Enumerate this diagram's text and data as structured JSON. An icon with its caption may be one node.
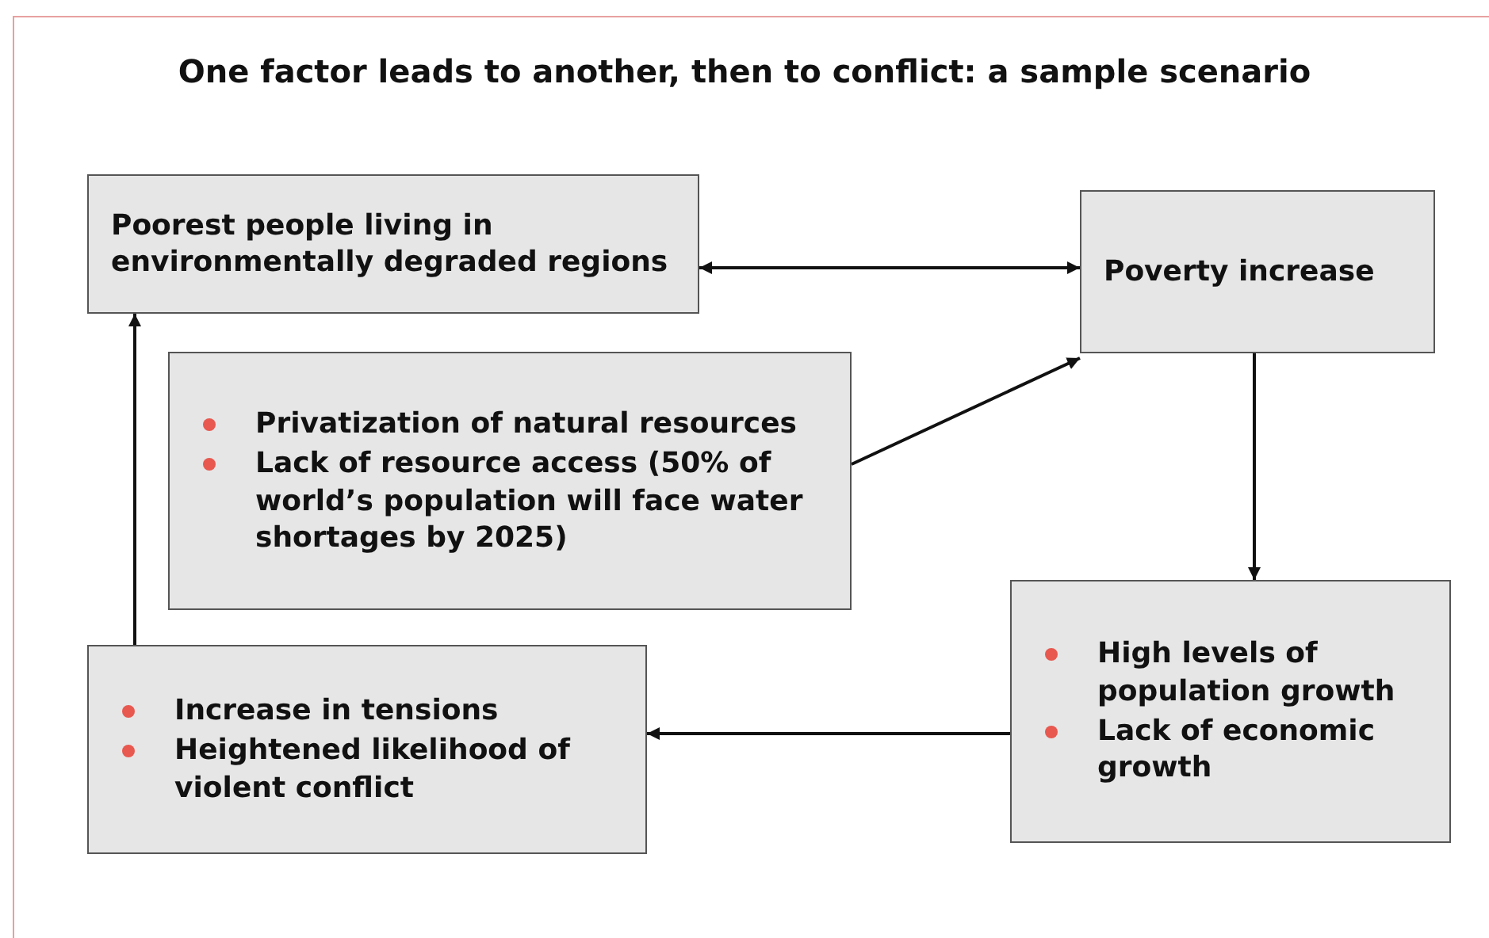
{
  "diagram": {
    "title": "One factor leads to another, then to conflict: a sample scenario",
    "nodes": [
      {
        "text": [
          "Poorest people living in environmentally degraded regions"
        ]
      },
      {
        "text": [
          "Poverty increase"
        ]
      },
      {
        "text": [
          "Privatization of natural resources",
          "Lack of resource access (50% of world’s population will face water shortages by 2025)"
        ]
      },
      {
        "text": [
          "High levels of population growth",
          "Lack of economic growth"
        ]
      },
      {
        "text": [
          "Increase in tensions",
          "Heightened likelihood of violent conflict"
        ]
      }
    ],
    "edges": [
      {
        "from": 0,
        "to": 1,
        "arrow": "both"
      },
      {
        "from": 2,
        "to": 1,
        "arrow": "to"
      },
      {
        "from": 1,
        "to": 3,
        "arrow": "to"
      },
      {
        "from": 3,
        "to": 4,
        "arrow": "to"
      },
      {
        "from": 4,
        "to": 0,
        "arrow": "to"
      }
    ]
  }
}
